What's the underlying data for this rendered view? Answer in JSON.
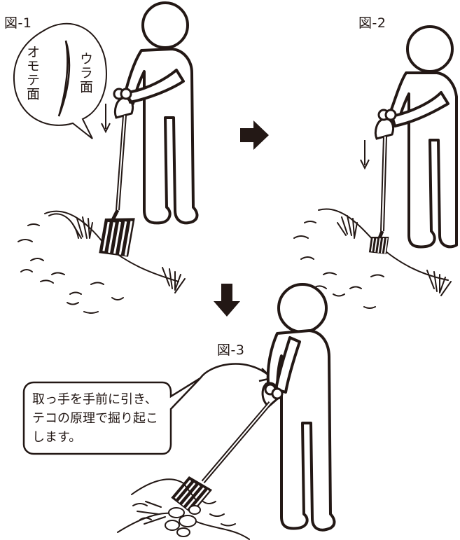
{
  "figures": {
    "fig1": {
      "title": "図-1",
      "callout_front": "オモテ面",
      "callout_back": "ウラ面"
    },
    "fig2": {
      "title": "図-2"
    },
    "fig3": {
      "title": "図-3",
      "callout_lines": [
        "取っ手を手前に引き、",
        "テコの原理で掘り起こ",
        "します。"
      ]
    }
  },
  "colors": {
    "ink": "#231815",
    "background": "#ffffff"
  }
}
